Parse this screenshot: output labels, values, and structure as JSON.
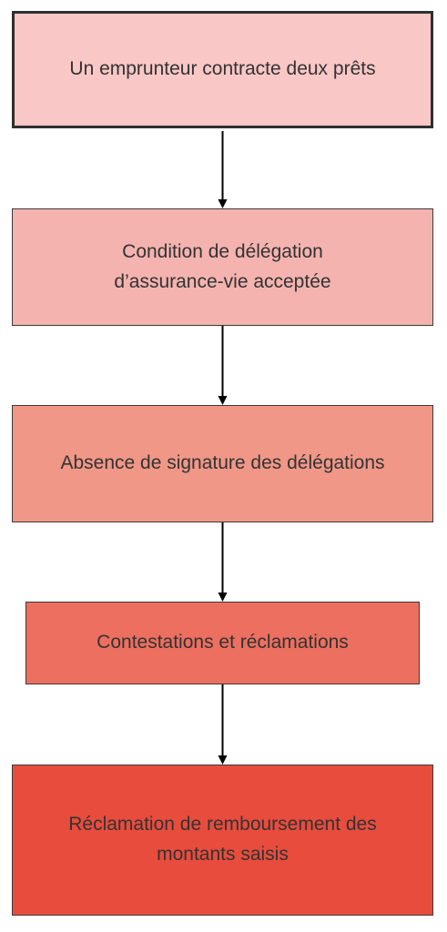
{
  "nodes": [
    {
      "label": "Un emprunteur contracte deux prêts",
      "color": "#f8c7c6"
    },
    {
      "label": "Condition de délégation d’assurance-vie acceptée",
      "color": "#f4b3af"
    },
    {
      "label": "Absence de signature des délégations",
      "color": "#f09787"
    },
    {
      "label": "Contestations et réclamations",
      "color": "#ec6f60"
    },
    {
      "label": "Réclamation de remboursement des montants saisis",
      "color": "#e84c3d"
    }
  ],
  "edges": [
    {
      "from": 0,
      "to": 1
    },
    {
      "from": 1,
      "to": 2
    },
    {
      "from": 2,
      "to": 3
    },
    {
      "from": 3,
      "to": 4
    }
  ]
}
